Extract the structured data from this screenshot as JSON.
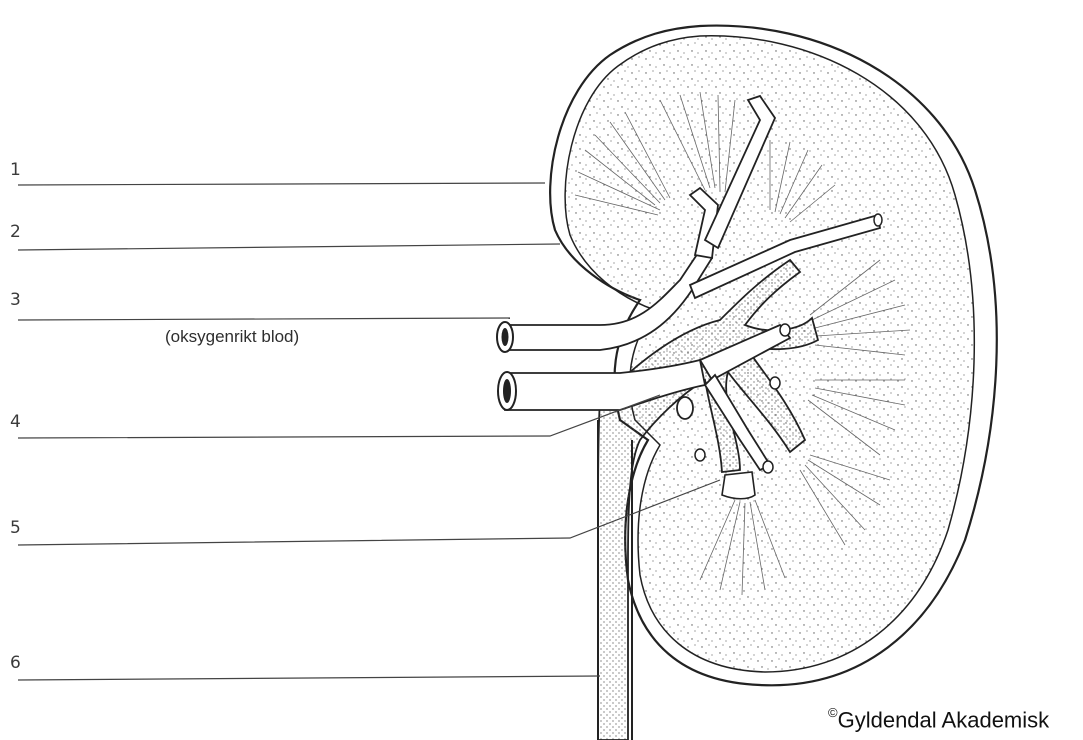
{
  "labels": [
    "1",
    "2",
    "3",
    "4",
    "5",
    "6"
  ],
  "caption": "(oksygenrikt blod)",
  "credit": {
    "symbol": "©",
    "text": "Gyldendal Akademisk"
  }
}
